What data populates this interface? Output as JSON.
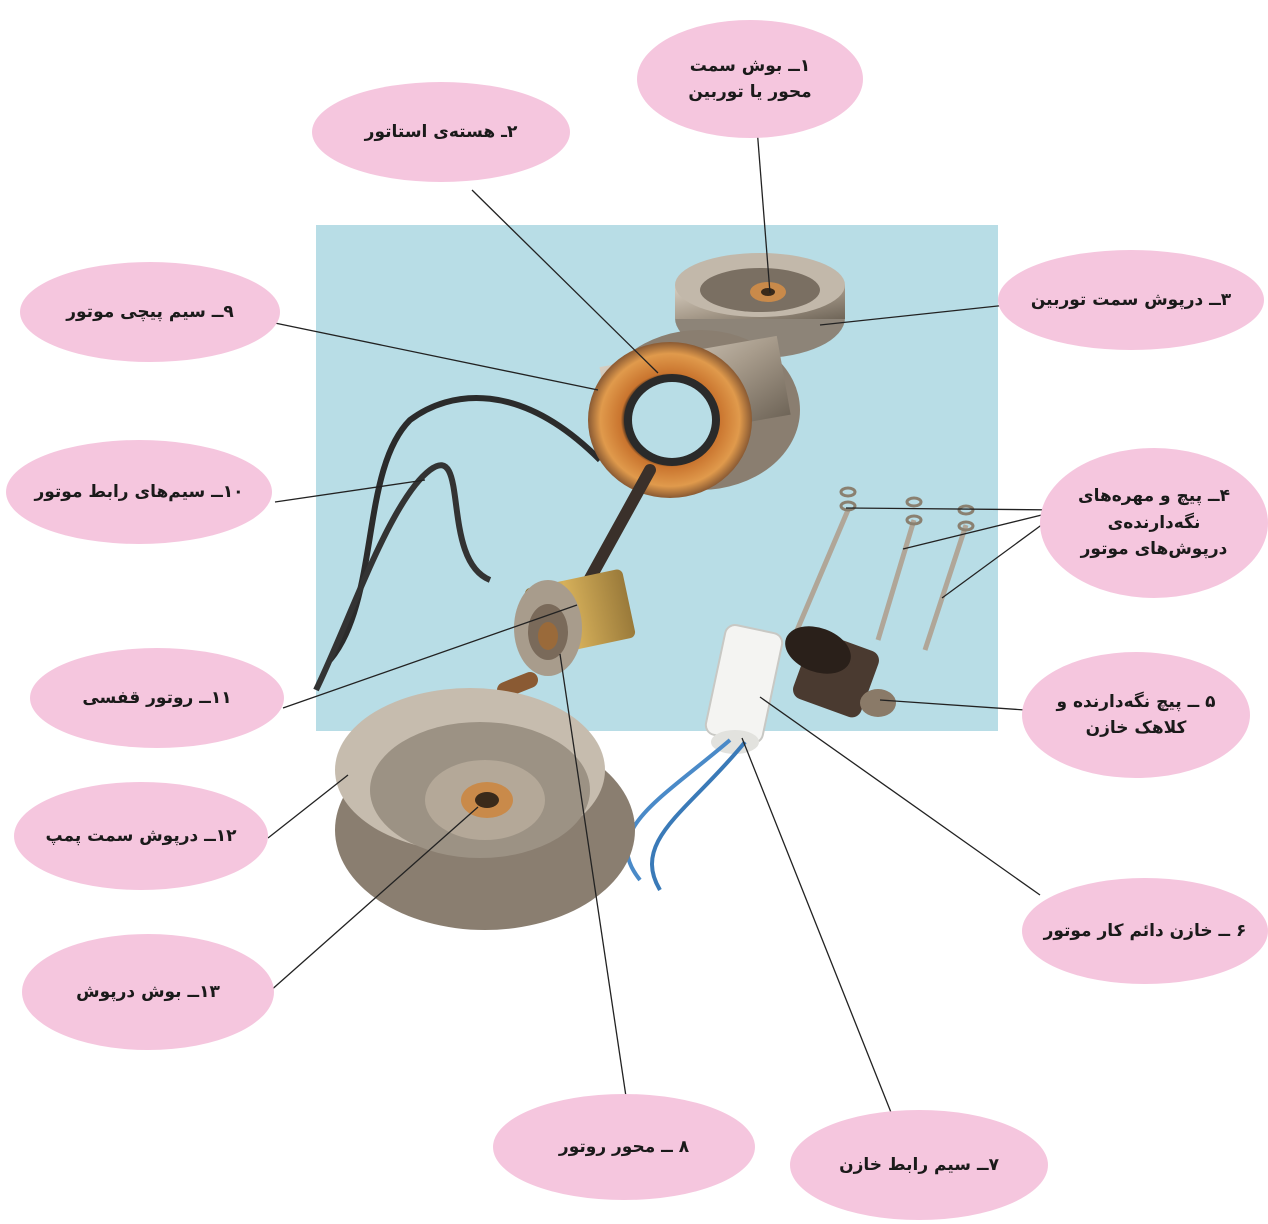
{
  "labels": {
    "l1": "۱ــ بوش سمت\nمحور یا توربین",
    "l2": "۲ـ هسته‌ی استاتور",
    "l3": "۳ــ درپوش سمت توربین",
    "l4": "۴ــ پیچ و مهره‌های\nنگه‌دارنده‌ی\nدرپوش‌های موتور",
    "l5": "۵ ــ پیچ نگه‌دارنده و\nکلاهک خازن",
    "l6": "۶ ــ خازن دائم کار موتور",
    "l7": "۷ــ سیم رابط خازن",
    "l8": "۸ ــ محور روتور",
    "l9": "۹ــ سیم پیچی موتور",
    "l10": "۱۰ــ سیم‌های رابط موتور",
    "l11": "۱۱ــ روتور قفسی",
    "l12": "۱۲ــ درپوش سمت پمپ",
    "l13": "۱۳ــ بوش درپوش"
  },
  "colors": {
    "label_fill": "#f5c6de",
    "photo_background": "#b8dde6",
    "leader_line": "#222222"
  }
}
